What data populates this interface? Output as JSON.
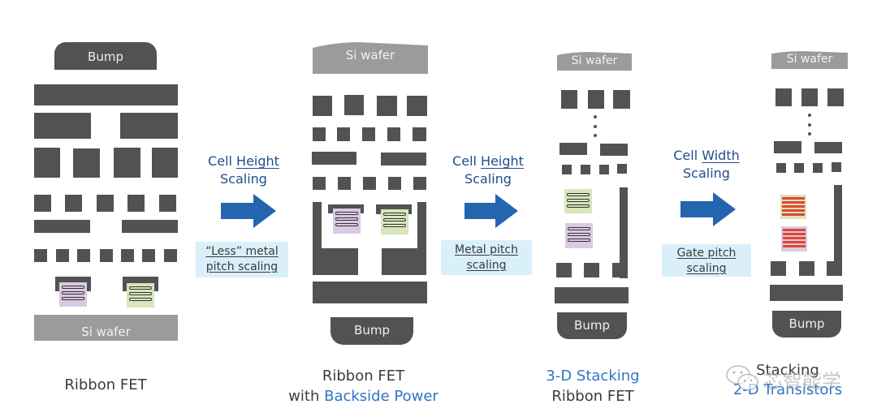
{
  "colors": {
    "block": "#525252",
    "wafer": "#9b9b9b",
    "arrow": "#2565b0",
    "note_bg": "#d9f0fb",
    "accent_text": "#2e75c5",
    "nmos_fill": "#d9c9e3",
    "pmos_fill": "#d8e5bd",
    "gate_2d": "#e2452f"
  },
  "stages": [
    {
      "caption_line1": "Ribbon FET",
      "caption_line2": "",
      "top_label": "Bump",
      "bottom_label": "Si wafer"
    },
    {
      "caption_line1": "Ribbon FET",
      "caption_line2_prefix": "with ",
      "caption_line2_highlight": "Backside Power",
      "top_label": "Si wafer",
      "bottom_label": "Bump"
    },
    {
      "caption_line1_highlight": "3-D Stacking",
      "caption_line2": "Ribbon FET",
      "top_label": "Si wafer",
      "bottom_label": "Bump"
    },
    {
      "caption_line1": "Stacking",
      "caption_line2_highlight": "2-D Transistors",
      "top_label": "Si wafer",
      "bottom_label": "Bump"
    }
  ],
  "transitions": [
    {
      "title_prefix": "Cell ",
      "title_underlined": "Height",
      "title_line2": "Scaling",
      "note": "“Less” metal pitch scaling",
      "note_line1": "“Less” metal",
      "note_line2": "pitch scaling",
      "icon": "right-arrow-icon"
    },
    {
      "title_prefix": "Cell ",
      "title_underlined": "Height",
      "title_line2": "Scaling",
      "note_line1": "Metal pitch",
      "note_line2": "scaling",
      "icon": "right-arrow-icon"
    },
    {
      "title_prefix": "Cell ",
      "title_underlined": "Width",
      "title_line2": "Scaling",
      "note_line1": "Gate pitch",
      "note_line2": "scaling",
      "icon": "right-arrow-icon"
    }
  ],
  "watermark": {
    "text": "芯智能学",
    "icon": "wechat-icon"
  }
}
